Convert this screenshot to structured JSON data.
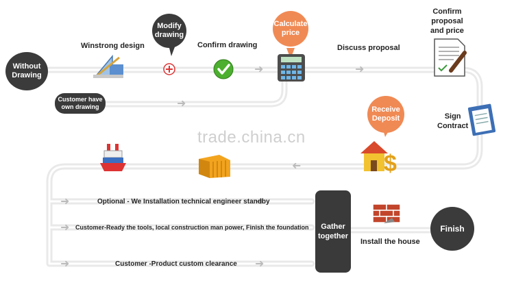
{
  "start_node": "Without\nDrawing",
  "steps": {
    "winstrong_design": "Winstrong design",
    "modify_drawing": "Modify\ndrawing",
    "confirm_drawing": "Confirm drawing",
    "calculate_price": "Calculate\nprice",
    "discuss_proposal": "Discuss proposal",
    "confirm_proposal": "Confirm\nproposal\nand price",
    "sign_contract": "Sign\nContract",
    "receive_deposit": "Receive\nDeposit",
    "customer_own_drawing": "Customer have\nown drawing",
    "gather_together": "Gather\ntogether",
    "install_house": "Install the house",
    "finish": "Finish"
  },
  "lanes": {
    "optional": "Optional -  We Installation technical engineer standby",
    "customer_ready": "Customer-Ready the tools,  local construction man power,  Finish the foundation",
    "customer_clearance": "Customer -Product custom clearance"
  },
  "watermark": "trade.china.cn",
  "colors": {
    "dark_node": "#3b3b3b",
    "orange_node": "#f08a54",
    "path": "#e6e6e6"
  },
  "icons": [
    "design-tools-icon",
    "plus-icon",
    "check-icon",
    "calculator-icon",
    "contract-icon",
    "clipboard-icon",
    "house-money-icon",
    "container-icon",
    "ship-icon",
    "bricks-icon"
  ]
}
